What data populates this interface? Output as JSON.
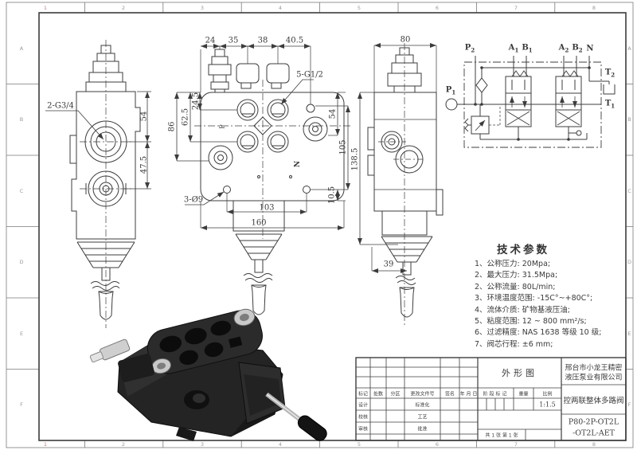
{
  "colors": {
    "ink": "#3c3c3c",
    "paper": "#ffffff"
  },
  "sheet": {
    "zone_columns": [
      "1",
      "2",
      "3",
      "4",
      "5",
      "6",
      "7",
      "8"
    ],
    "zone_rows": [
      "A",
      "B",
      "C",
      "D",
      "E",
      "F"
    ]
  },
  "front_view": {
    "thread_label": "2-G3/4",
    "dim_54": "54",
    "dim_47_5": "47.5"
  },
  "plan_view": {
    "dim_24": "24",
    "dim_35": "35",
    "dim_38": "38",
    "dim_40_5": "40.5",
    "dim_86": "86",
    "dim_62_5": "62.5",
    "dim_24_5": "24.5",
    "dim_54": "54",
    "dim_105": "105",
    "dim_10_5": "10.5",
    "dim_103": "103",
    "dim_160": "160",
    "thread_label": "5-G1/2",
    "hole_label": "3-Ø9",
    "mark_p": "P",
    "mark_n": "N"
  },
  "side_view": {
    "dim_80": "80",
    "dim_138_5": "138.5",
    "dim_39": "39"
  },
  "schematic": {
    "p2": {
      "main": "P",
      "sub": "2"
    },
    "a1": {
      "main": "A",
      "sub": "1"
    },
    "b1": {
      "main": "B",
      "sub": "1"
    },
    "a2": {
      "main": "A",
      "sub": "2"
    },
    "b2": {
      "main": "B",
      "sub": "2"
    },
    "n_label": "N",
    "p1": {
      "main": "P",
      "sub": "1"
    },
    "t2": {
      "main": "T",
      "sub": "2"
    },
    "t1": {
      "main": "T",
      "sub": "1"
    }
  },
  "tech_params": {
    "title": "技术参数",
    "items": [
      "1、公称压力: 20Mpa;",
      "2、最大压力: 31.5Mpa;",
      "2、公称流量: 80L/min;",
      "3、环境温度范围: -15C°~+80C°;",
      "4、流体介质: 矿物基液压油;",
      "5、粘度范围: 12 ~ 800 mm²/s;",
      "6、过滤精度: NAS 1638 等级 10 级;",
      "7、阀芯行程: ±6 mm;"
    ]
  },
  "title_block": {
    "drawing_type": "外形图",
    "company_line1": "邢台市小龙王精密",
    "company_line2": "液压泵业有限公司",
    "product_name": "控两联整体多路阀",
    "model_line1": "P80-2P-OT2L",
    "model_line2": "-OT2L-AET",
    "header_mark": "标记",
    "header_count": "处数",
    "header_zone": "分区",
    "header_doc_no": "更改文件号",
    "header_sign": "签名",
    "header_date": "年 月 日",
    "row_design": "设计",
    "row_check": "校核",
    "row_audit": "审核",
    "row_std": "标准化",
    "row_process": "工艺",
    "row_approve": "批准",
    "stage_mark": "阶段标记",
    "weight": "重量",
    "scale_label": "比例",
    "scale_value": "1:1.5",
    "sheet_info": "共 1 张  第 1 张"
  }
}
